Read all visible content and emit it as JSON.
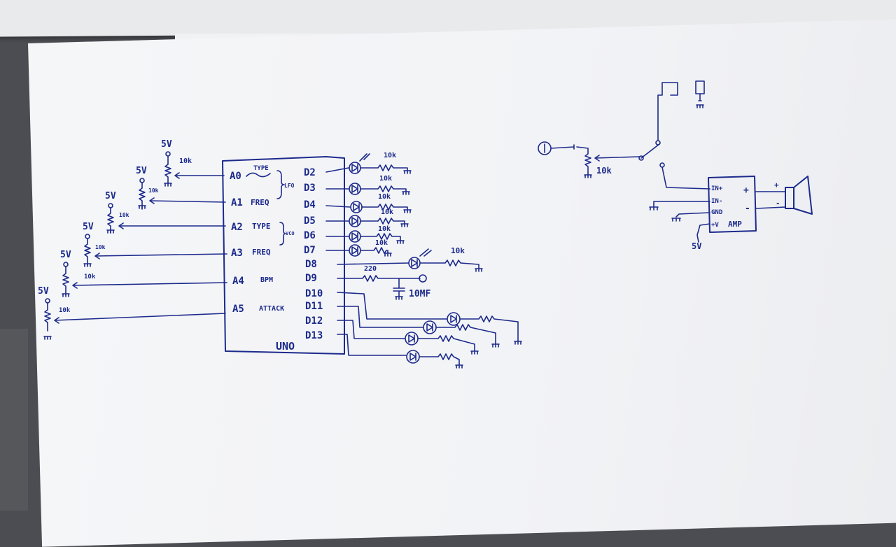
{
  "mcu": {
    "name": "UNO",
    "analog_pins": [
      {
        "pin": "A0",
        "label": "TYPE"
      },
      {
        "pin": "A1",
        "label": "FREQ"
      },
      {
        "pin": "A2",
        "label": "TYPE"
      },
      {
        "pin": "A3",
        "label": "FREQ"
      },
      {
        "pin": "A4",
        "label": "BPM"
      },
      {
        "pin": "A5",
        "label": "ATTACK"
      }
    ],
    "digital_pins": [
      "D2",
      "D3",
      "D4",
      "D5",
      "D6",
      "D7",
      "D8",
      "D9",
      "D10",
      "D11",
      "D12",
      "D13"
    ],
    "groups": {
      "lfo": "LFO",
      "vco": "VCO"
    }
  },
  "pots": [
    {
      "supply": "5V",
      "value": "10k"
    },
    {
      "supply": "5V",
      "value": "10k"
    },
    {
      "supply": "5V",
      "value": "10k"
    },
    {
      "supply": "5V",
      "value": "10k"
    },
    {
      "supply": "5V",
      "value": "10k"
    },
    {
      "supply": "5V",
      "value": "10k"
    }
  ],
  "led_resistors": [
    "10k",
    "10k",
    "10k",
    "10k",
    "10k",
    "10k"
  ],
  "d8_resistor": "10k",
  "d9": {
    "resistor": "220",
    "capacitor": "10MF"
  },
  "audio": {
    "volume_pot": "10k",
    "amp_label": "AMP",
    "amp_pins": [
      "IN+",
      "IN-",
      "GND",
      "+V"
    ],
    "supply": "5V",
    "polarity_plus": "+",
    "polarity_minus": "-",
    "input_marker": "①"
  }
}
